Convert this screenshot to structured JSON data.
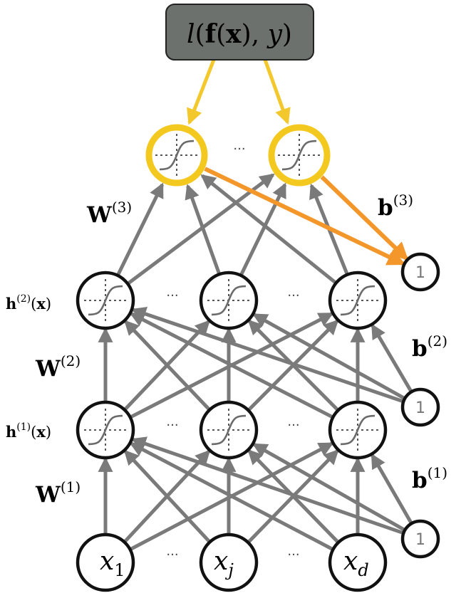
{
  "loss": {
    "l": "l",
    "f": "f",
    "x": "x",
    "y": "y",
    "box_color": "#6d716d"
  },
  "weights": {
    "w3": {
      "base": "W",
      "sup": "(3)"
    },
    "w2": {
      "base": "W",
      "sup": "(2)"
    },
    "w1": {
      "base": "W",
      "sup": "(1)"
    }
  },
  "biases": {
    "b3": {
      "base": "b",
      "sup": "(3)"
    },
    "b2": {
      "base": "b",
      "sup": "(2)"
    },
    "b1": {
      "base": "b",
      "sup": "(1)"
    }
  },
  "hidden_labels": {
    "h2": {
      "base": "h",
      "sup": "(2)",
      "arg": "(x)"
    },
    "h1": {
      "base": "h",
      "sup": "(1)",
      "arg": "(x)"
    }
  },
  "inputs": {
    "x1": {
      "base": "x",
      "sub": "1"
    },
    "xj": {
      "base": "x",
      "sub": "j"
    },
    "xd": {
      "base": "x",
      "sub": "d"
    }
  },
  "bias_node_text": "1",
  "ellipsis": "...",
  "colors": {
    "output_ring": "#f4c91f",
    "loss_arrow": "#f2c82c",
    "bias3_arrow": "#f4972b",
    "edge": "#7a7a7a"
  },
  "icons": {
    "activation": "sigmoid-icon"
  }
}
